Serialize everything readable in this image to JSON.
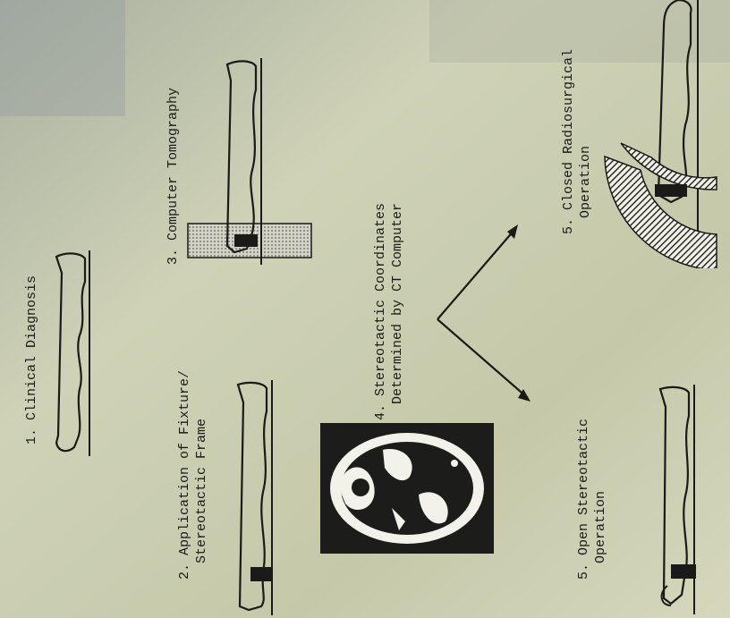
{
  "steps": {
    "s1": {
      "lines": [
        "1. Clinical Diagnosis"
      ]
    },
    "s2": {
      "lines": [
        "2. Application of Fixture/",
        "Stereotactic Frame"
      ]
    },
    "s3": {
      "lines": [
        "3. Computer Tomography"
      ]
    },
    "s4": {
      "lines": [
        "4. Stereotactic Coordinates",
        "Determined by CT Computer"
      ]
    },
    "s5a": {
      "lines": [
        "5. Open Stereotactic",
        "Operation"
      ]
    },
    "s5b": {
      "lines": [
        "5. Closed Radiosurgical",
        "Operation"
      ]
    }
  },
  "colors": {
    "paper": "#c9ccb0",
    "ink": "#1a1a18",
    "scan_bg": "#1c1c1a",
    "scan_fg": "#f2f2ea"
  }
}
